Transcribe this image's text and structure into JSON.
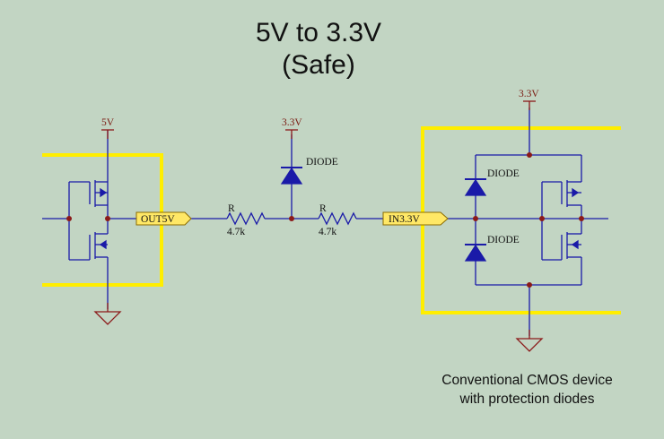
{
  "title_line1": "5V to 3.3V",
  "title_line2": "(Safe)",
  "caption_line1": "Conventional CMOS device",
  "caption_line2": "with protection diodes",
  "nets": {
    "supply_5v": "5V",
    "supply_3v3_top": "3.3V",
    "supply_3v3_right": "3.3V"
  },
  "ports": {
    "out": "OUT5V",
    "in": "IN3.3V"
  },
  "components": {
    "r1_ref": "R",
    "r1_value": "4.7k",
    "r2_ref": "R",
    "r2_value": "4.7k",
    "d_clamp": "DIODE",
    "d_upper": "DIODE",
    "d_lower": "DIODE"
  },
  "colors": {
    "background": "#c2d5c3",
    "wire": "#1a1aa8",
    "junction": "#8b1a1a",
    "highlight_box": "#ffee00",
    "port_fill": "#ffe866"
  }
}
